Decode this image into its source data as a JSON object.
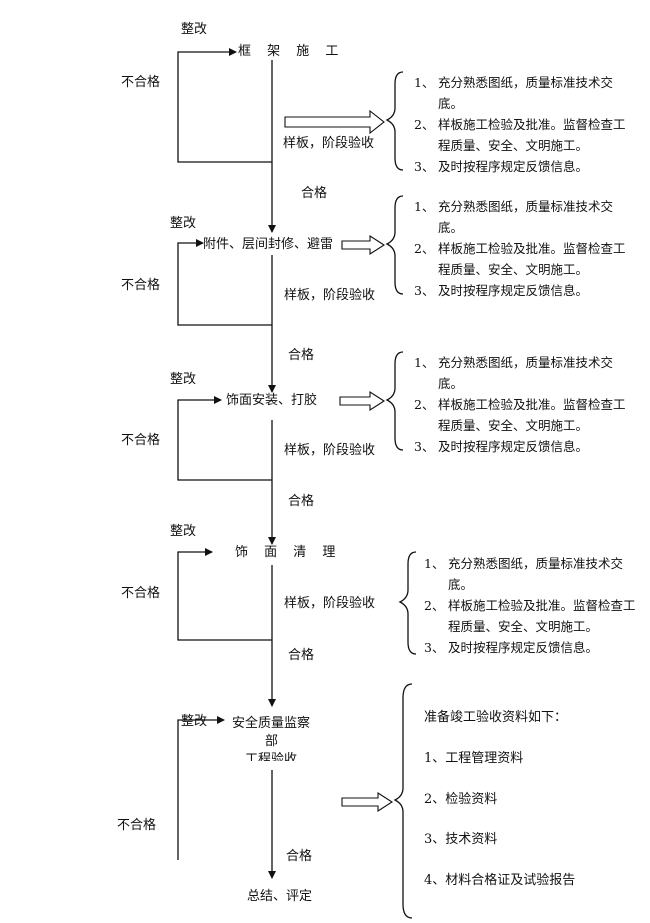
{
  "stages": [
    {
      "rectify": "整改",
      "task": "框 架 施 工",
      "reject": "不合格",
      "check": "样板，阶段验收",
      "pass": "合格"
    },
    {
      "rectify": "整改",
      "task": "附件、层间封修、避雷",
      "reject": "不合格",
      "check": "样板，阶段验收",
      "pass": "合格"
    },
    {
      "rectify": "整改",
      "task": "饰面安装、打胶",
      "reject": "不合格",
      "check": "样板，阶段验收",
      "pass": "合格"
    },
    {
      "rectify": "整改",
      "task": "饰 面 清 理",
      "reject": "不合格",
      "check": "样板，阶段验收",
      "pass": "合格"
    }
  ],
  "final_stage": {
    "rectify": "整改",
    "task_line1": "安全质量监察",
    "task_line2": "部",
    "task_line3": "工程验收",
    "reject": "不合格",
    "pass": "合格",
    "end": "总结、评定"
  },
  "notes": [
    {
      "num": "1、",
      "text": "充分熟悉图纸，质量标准技术交",
      "cont": "底。"
    },
    {
      "num": "2、",
      "text": "样板施工检验及批准。监督检查工",
      "cont": "程质量、安全、文明施工。"
    },
    {
      "num": "3、",
      "text": "及时按程序规定反馈信息。",
      "cont": ""
    }
  ],
  "final_notes": {
    "title": "准备竣工验收资料如下：",
    "items": [
      "1、工程管理资料",
      "2、检验资料",
      "3、技术资料",
      "4、材料合格证及试验报告"
    ]
  }
}
